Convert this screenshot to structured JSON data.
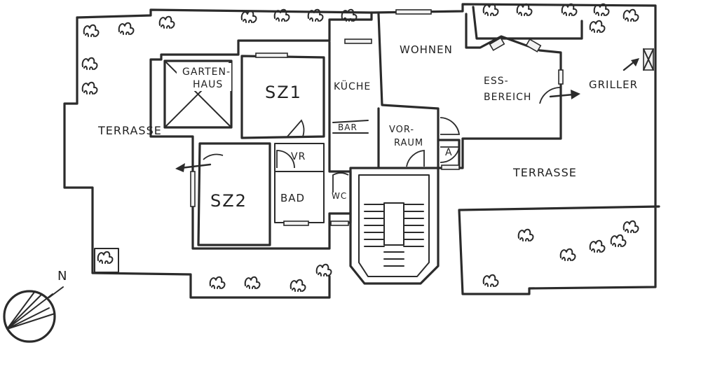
{
  "labels": {
    "garden_house_1": "GARTEN-",
    "garden_house_2": "HAUS",
    "terrace_west": "TERRASSE",
    "bedroom_1": "SZ1",
    "bedroom_2": "SZ2",
    "kitchen": "KÜCHE",
    "bar": "BAR",
    "living": "WOHNEN",
    "dining_1": "ESS-",
    "dining_2": "BEREICH",
    "grill": "GRILLER",
    "foyer_1": "VOR-",
    "foyer_2": "RAUM",
    "storage": "VR",
    "bath": "BAD",
    "toilet": "WC",
    "room_a": "A",
    "terrace_east": "TERRASSE",
    "north": "N"
  },
  "icons": {
    "compass": "compass-rose-icon",
    "door_swing": "door-swing-icon",
    "plant": "shrub-icon",
    "exit_arrow": "arrow-right-icon"
  },
  "colors": {
    "ink": "#2b2b2b",
    "paper": "#ffffff"
  }
}
